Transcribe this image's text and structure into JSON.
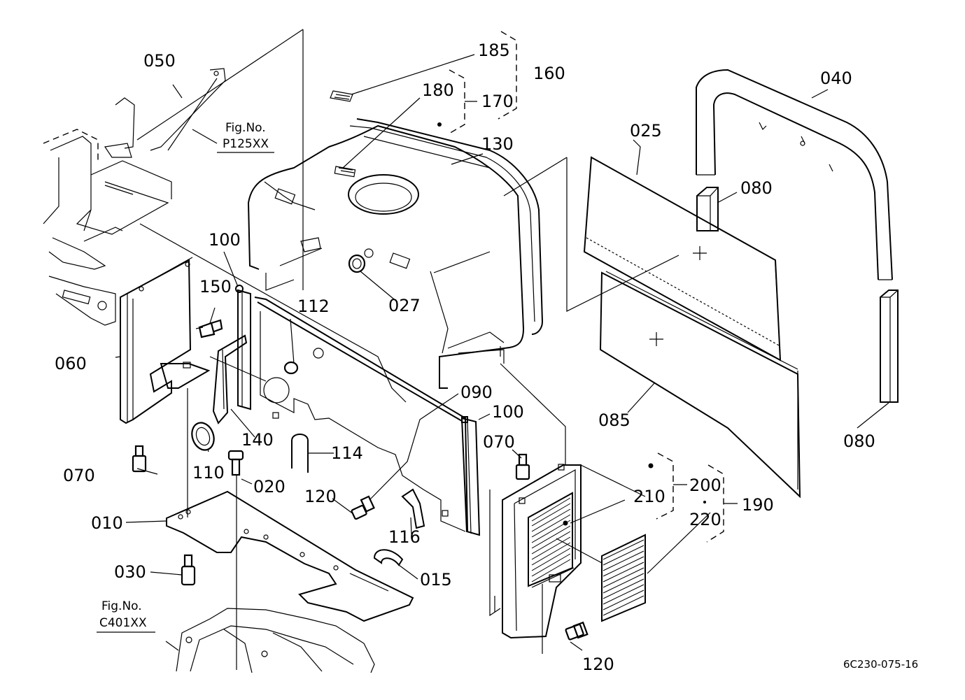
{
  "parts": {
    "p050": "050",
    "p185": "185",
    "p160": "160",
    "p180": "180",
    "p170": "170",
    "p040": "040",
    "p130": "130",
    "p025": "025",
    "p080a": "080",
    "p100a": "100",
    "p150": "150",
    "p112": "112",
    "p027": "027",
    "p060": "060",
    "p090": "090",
    "p100b": "100",
    "p140": "140",
    "p085": "085",
    "p080b": "080",
    "p114": "114",
    "p070a": "070",
    "p070b": "070",
    "p110": "110",
    "p020": "020",
    "p200": "200",
    "p210": "210",
    "p190": "190",
    "p220": "220",
    "p120a": "120",
    "p010": "010",
    "p116": "116",
    "p030": "030",
    "p015": "015",
    "p120b": "120"
  },
  "refs": {
    "p125_line1": "Fig.No.",
    "p125_line2": "P125XX",
    "c401_line1": "Fig.No.",
    "c401_line2": "C401XX"
  },
  "drawing_code": "6C230-075-16"
}
